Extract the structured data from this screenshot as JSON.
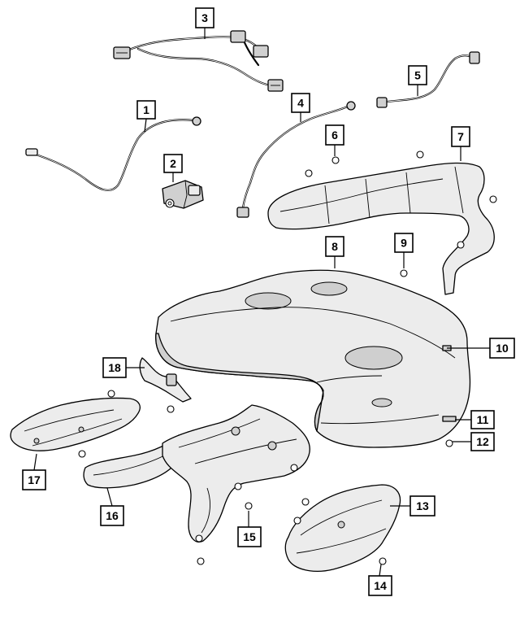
{
  "diagram": {
    "callouts": [
      {
        "id": "callout-1",
        "label": "1"
      },
      {
        "id": "callout-2",
        "label": "2"
      },
      {
        "id": "callout-3",
        "label": "3"
      },
      {
        "id": "callout-4",
        "label": "4"
      },
      {
        "id": "callout-5",
        "label": "5"
      },
      {
        "id": "callout-6",
        "label": "6"
      },
      {
        "id": "callout-7",
        "label": "7"
      },
      {
        "id": "callout-8",
        "label": "8"
      },
      {
        "id": "callout-9",
        "label": "9"
      },
      {
        "id": "callout-10",
        "label": "10"
      },
      {
        "id": "callout-11",
        "label": "11"
      },
      {
        "id": "callout-12",
        "label": "12"
      },
      {
        "id": "callout-13",
        "label": "13"
      },
      {
        "id": "callout-14",
        "label": "14"
      },
      {
        "id": "callout-15",
        "label": "15"
      },
      {
        "id": "callout-16",
        "label": "16"
      },
      {
        "id": "callout-17",
        "label": "17"
      },
      {
        "id": "callout-18",
        "label": "18"
      }
    ]
  }
}
